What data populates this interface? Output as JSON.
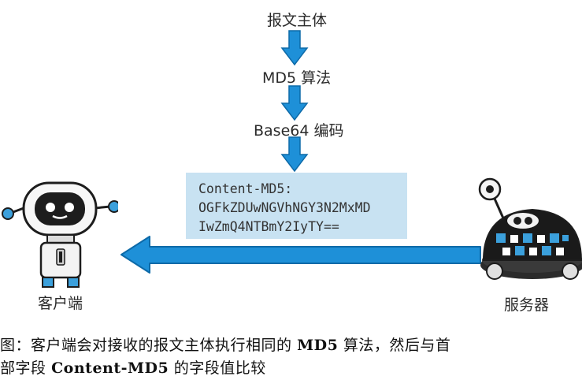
{
  "flow": {
    "step1": "报文主体",
    "step2": "MD5 算法",
    "step3": "Base64 编码"
  },
  "digest": {
    "header": "Content-MD5:",
    "line1": "OGFkZDUwNGVhNGY3N2MxMD",
    "line2": "IwZmQ4NTBmY2IyTY=="
  },
  "actors": {
    "client": "客户端",
    "server": "服务器"
  },
  "caption": {
    "line1_part1": "图：客户端会对接收的报文主体执行相同的",
    "line1_bold": "MD5",
    "line1_part2": "算法，然后与首",
    "line2_part1": "部字段",
    "line2_bold": "Content-MD5",
    "line2_part2": "的字段值比较"
  },
  "colors": {
    "arrow_blue": "#1e90d8",
    "box_fill": "#c8e2f2",
    "robot_dark": "#1d1d1d",
    "robot_blue": "#3ba0dc"
  }
}
